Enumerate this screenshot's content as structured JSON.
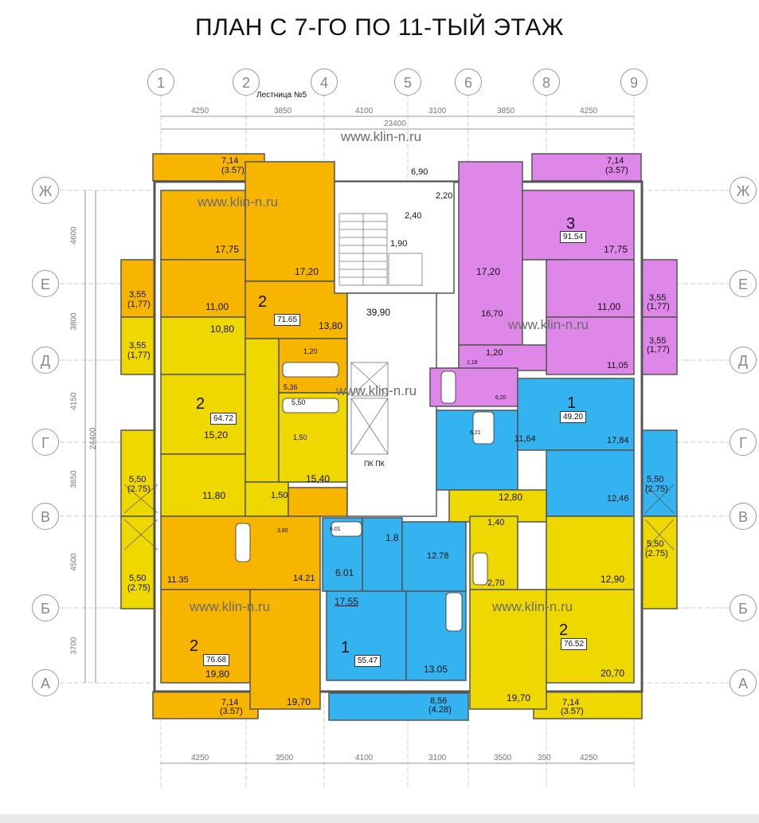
{
  "title": "ПЛАН С 7-ГО ПО 11-ТЫЙ ЭТАЖ",
  "staircase_label": "Лестница №5",
  "watermark": "www.klin-n.ru",
  "colors": {
    "orange": "#F7B500",
    "yellow": "#EFD800",
    "violet": "#DF86E9",
    "blue": "#33B3EF",
    "wall": "#555555"
  },
  "axes": {
    "top": [
      "1",
      "2",
      "4",
      "5",
      "6",
      "8",
      "9"
    ],
    "left": [
      "Ж",
      "Е",
      "Д",
      "Г",
      "В",
      "Б",
      "А"
    ]
  },
  "dims": {
    "top_segments": [
      "4250",
      "3850",
      "4100",
      "3100",
      "3850",
      "4250"
    ],
    "top_total": "23400",
    "bottom_segments": [
      "4250",
      "3500",
      "4100",
      "3100",
      "3500",
      "350",
      "4250"
    ],
    "left_segments": [
      "4600",
      "3800",
      "4150",
      "3650",
      "4500",
      "3700"
    ],
    "left_total": "24400"
  },
  "apartments": [
    {
      "rooms": "2",
      "total": "71.65"
    },
    {
      "rooms": "3",
      "total": "91.54"
    },
    {
      "rooms": "2",
      "total": "64.72"
    },
    {
      "rooms": "1",
      "total": "49.20"
    },
    {
      "rooms": "1",
      "total": "55.47"
    },
    {
      "rooms": "2",
      "total": "76.68"
    },
    {
      "rooms": "2",
      "total": "76.52"
    }
  ],
  "areas": {
    "a1": "7,14",
    "a1b": "(3.57)",
    "a2": "7,14",
    "a2b": "(3.57)",
    "a3": "17,75",
    "a4": "17,20",
    "a5": "3,55",
    "a5b": "(1,77)",
    "a6": "11,00",
    "a7": "13,80",
    "a8": "10,80",
    "a9": "1,20",
    "a10": "5,36",
    "a11": "3,55",
    "a11b": "(1,77)",
    "a12": "15,20",
    "a13": "5,50",
    "a14": "1,50",
    "a15": "15,40",
    "a16": "5,50",
    "a16b": "(2.75)",
    "a17": "11,80",
    "a18": "1,50",
    "a19": "5,50",
    "a19b": "(2.75)",
    "a20": "11.35",
    "a21": "14.21",
    "a22": "19,80",
    "a23": "19,70",
    "a24": "7,14",
    "a24b": "(3.57)",
    "a25": "6,90",
    "a26": "2,20",
    "a27": "2,40",
    "a28": "1,90",
    "a29": "39,90",
    "a30": "17,20",
    "a31": "17,75",
    "a32": "11,00",
    "a33": "16,70",
    "a34": "3,55",
    "a34b": "(1,77)",
    "a35": "1,20",
    "a36": "3,55",
    "a36b": "(1,77)",
    "a37": "11,05",
    "a38": "11,64",
    "a39": "17,84",
    "a40": "5,50",
    "a40b": "(2.75)",
    "a41": "12,46",
    "a42": "12,80",
    "a43": "1,40",
    "a44": "5,50",
    "a44b": "(2.75)",
    "a45": "12,90",
    "a46": "2,70",
    "a47": "20,70",
    "a48": "19,70",
    "a49": "7,14",
    "a49b": "(3.57)",
    "a50": "6.01",
    "a51": "1.8",
    "a52": "12.78",
    "a53": "17.55",
    "a54": "13.05",
    "a55": "8,56",
    "a55b": "(4.28)"
  },
  "tiny": {
    "t1": "6,01",
    "t2": "3,80",
    "t3": "1,16",
    "t4": "6,20",
    "t5": "6,21"
  },
  "lift_label": "ПК  ПК"
}
